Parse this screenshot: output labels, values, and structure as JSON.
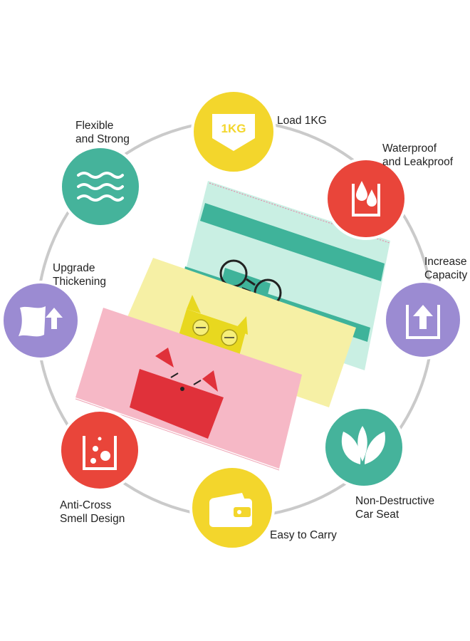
{
  "colors": {
    "ring": "#c9c9c9",
    "yellow": "#f3d62c",
    "red": "#e9453a",
    "teal": "#45b39b",
    "purple": "#9b8bd2",
    "bag_mint": "#c9efe3",
    "bag_mint_stripe": "#3fb39a",
    "bag_yellow": "#f6f0a5",
    "bag_pink": "#f6b8c6",
    "fox_red": "#e0313a",
    "owl_yellow": "#e8d81f"
  },
  "features": [
    {
      "id": "load",
      "lines": [
        "Load 1KG"
      ],
      "icon": "weight-1kg-icon",
      "badge_text": "1KG",
      "color": "yellow"
    },
    {
      "id": "waterproof",
      "lines": [
        "Waterproof",
        "and Leakproof"
      ],
      "icon": "water-drops-icon",
      "color": "red"
    },
    {
      "id": "capacity",
      "lines": [
        "Increase",
        "Capacity"
      ],
      "icon": "capacity-up-icon",
      "color": "purple"
    },
    {
      "id": "car_seat",
      "lines": [
        "Non-Destructive",
        "Car Seat"
      ],
      "icon": "leaves-icon",
      "color": "teal"
    },
    {
      "id": "carry",
      "lines": [
        "Easy to Carry"
      ],
      "icon": "wallet-icon",
      "color": "yellow"
    },
    {
      "id": "smell",
      "lines": [
        "Anti-Cross",
        "Smell Design"
      ],
      "icon": "bubbles-container-icon",
      "color": "red"
    },
    {
      "id": "thickening",
      "lines": [
        "Upgrade",
        "Thickening"
      ],
      "icon": "thickening-up-icon",
      "color": "purple"
    },
    {
      "id": "flexible",
      "lines": [
        "Flexible",
        "and Strong"
      ],
      "icon": "waves-icon",
      "color": "teal"
    }
  ]
}
